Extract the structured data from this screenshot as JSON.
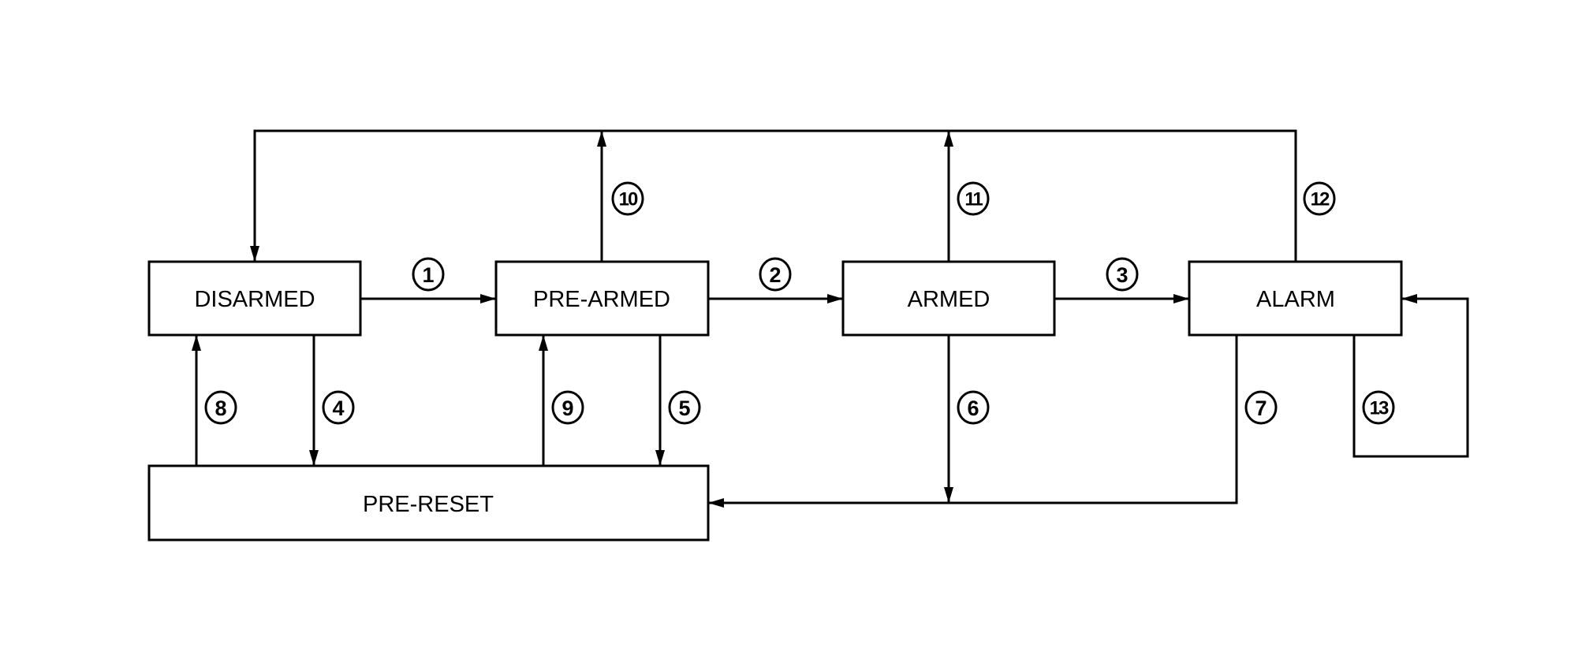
{
  "title": "Security system state transition diagram",
  "colors": {
    "line": "#000000",
    "background": "#ffffff"
  },
  "states": {
    "disarmed": "DISARMED",
    "pre_armed": "PRE-ARMED",
    "armed": "ARMED",
    "alarm": "ALARM",
    "pre_reset": "PRE-RESET"
  },
  "transitions": [
    {
      "id": "1",
      "label": "①",
      "from": "DISARMED",
      "to": "PRE-ARMED"
    },
    {
      "id": "2",
      "label": "②",
      "from": "PRE-ARMED",
      "to": "ARMED"
    },
    {
      "id": "3",
      "label": "③",
      "from": "ARMED",
      "to": "ALARM"
    },
    {
      "id": "4",
      "label": "④",
      "from": "DISARMED",
      "to": "PRE-RESET"
    },
    {
      "id": "5",
      "label": "⑤",
      "from": "PRE-ARMED",
      "to": "PRE-RESET"
    },
    {
      "id": "6",
      "label": "⑥",
      "from": "ARMED",
      "to": "PRE-RESET"
    },
    {
      "id": "7",
      "label": "⑦",
      "from": "ALARM",
      "to": "PRE-RESET"
    },
    {
      "id": "8",
      "label": "⑧",
      "from": "PRE-RESET",
      "to": "DISARMED"
    },
    {
      "id": "9",
      "label": "⑨",
      "from": "PRE-RESET",
      "to": "PRE-ARMED"
    },
    {
      "id": "10",
      "label": "⑩",
      "from": "PRE-ARMED",
      "to": "DISARMED"
    },
    {
      "id": "11",
      "label": "⑪",
      "from": "ARMED",
      "to": "DISARMED"
    },
    {
      "id": "12",
      "label": "⑫",
      "from": "ALARM",
      "to": "DISARMED"
    },
    {
      "id": "13",
      "label": "⑬",
      "from": "ALARM",
      "to": "ALARM"
    }
  ]
}
